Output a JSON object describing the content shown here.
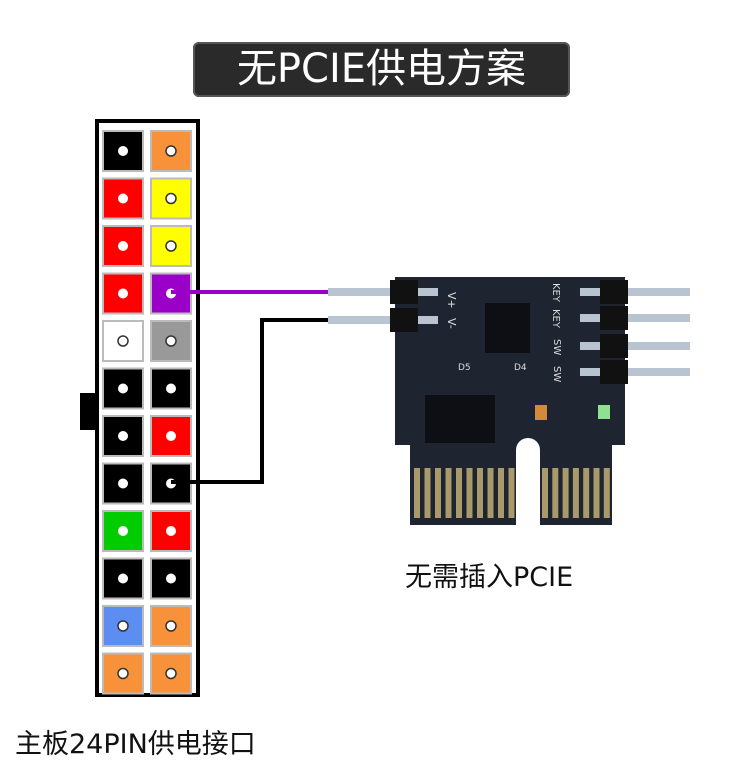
{
  "title": "无PCIE供电方案",
  "board_caption": "无需插入PCIE",
  "connector_caption": "主板24PIN供电接口",
  "silkscreen": {
    "v_plus": "V+",
    "v_minus": "V-",
    "key1": "KEY",
    "key2": "KEY",
    "sw1": "SW",
    "sw2": "SW",
    "d5": "D5",
    "d4": "D4"
  },
  "pins": [
    [
      "#000000",
      "#f7923a"
    ],
    [
      "#ff0000",
      "#ffff00"
    ],
    [
      "#ff0000",
      "#ffff00"
    ],
    [
      "#ff0000",
      "#9b00c8"
    ],
    [
      "#ffffff",
      "#999999"
    ],
    [
      "#000000",
      "#000000"
    ],
    [
      "#000000",
      "#ff0000"
    ],
    [
      "#000000",
      "#000000"
    ],
    [
      "#00cc00",
      "#ff0000"
    ],
    [
      "#000000",
      "#000000"
    ],
    [
      "#5b8ef0",
      "#f7923a"
    ],
    [
      "#f7923a",
      "#f7923a"
    ]
  ],
  "colors": {
    "purple_wire": "#9b00c8",
    "black_wire": "#000000",
    "pcb": "#1e2430",
    "gold": "#a89a6a"
  }
}
